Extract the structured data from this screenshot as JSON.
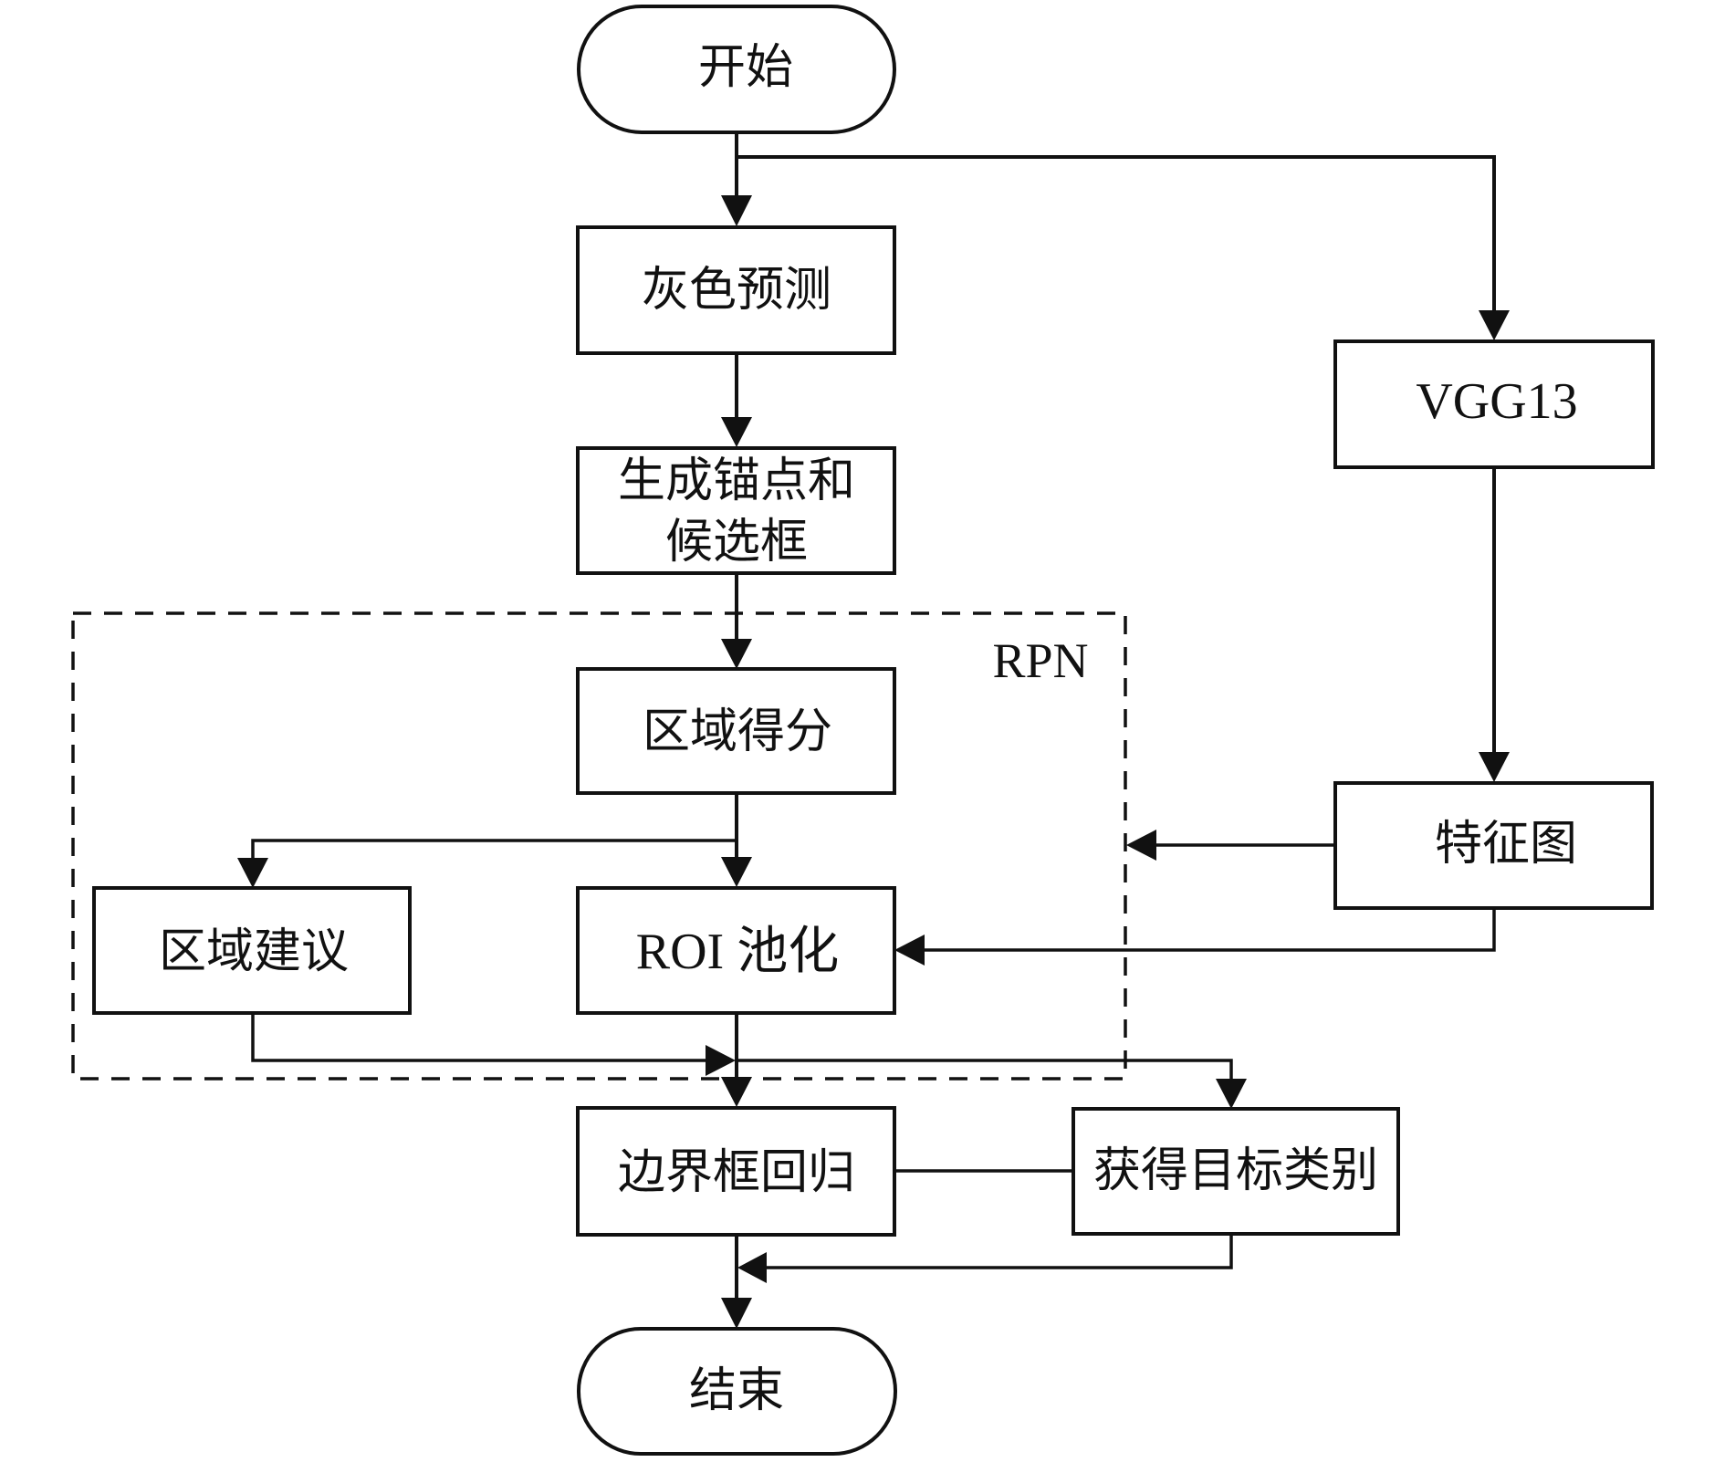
{
  "diagram": {
    "type": "flowchart",
    "nodes": {
      "start": "开始",
      "gray_prediction": "灰色预测",
      "anchors_line1": "生成锚点和",
      "anchors_line2": "候选框",
      "vgg": "VGG13",
      "region_score": "区域得分",
      "feature_map": "特征图",
      "region_proposal": "区域建议",
      "roi_pooling": "ROI 池化",
      "bbox_regression": "边界框回归",
      "target_class": "获得目标类别",
      "end": "结束"
    },
    "group_label": "RPN",
    "edges": [
      {
        "from": "开始",
        "to": "灰色预测"
      },
      {
        "from": "开始",
        "to": "VGG13"
      },
      {
        "from": "灰色预测",
        "to": "生成锚点和候选框"
      },
      {
        "from": "生成锚点和候选框",
        "to": "区域得分"
      },
      {
        "from": "VGG13",
        "to": "特征图"
      },
      {
        "from": "特征图",
        "to": "RPN"
      },
      {
        "from": "特征图",
        "to": "ROI 池化"
      },
      {
        "from": "区域得分",
        "to": "区域建议"
      },
      {
        "from": "区域得分",
        "to": "ROI 池化"
      },
      {
        "from": "区域建议",
        "to": "边界框回归"
      },
      {
        "from": "ROI 池化",
        "to": "边界框回归"
      },
      {
        "from": "ROI 池化",
        "to": "获得目标类别"
      },
      {
        "from": "边界框回归",
        "to": "获得目标类别",
        "arrow": false
      },
      {
        "from": "获得目标类别",
        "to": "结束"
      },
      {
        "from": "边界框回归",
        "to": "结束"
      }
    ]
  }
}
